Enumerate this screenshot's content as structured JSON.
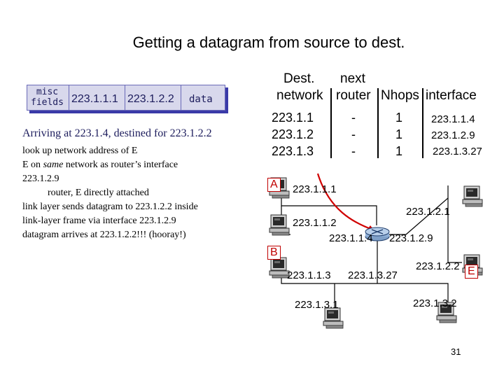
{
  "title": "Getting a datagram from source to dest.",
  "datagram": {
    "misc_line1": "misc",
    "misc_line2": "fields",
    "src_ip": "223.1.1.1",
    "dst_ip": "223.1.2.2",
    "payload": "data"
  },
  "explanation": {
    "heading": "Arriving at 223.1.4, destined for 223.1.2.2",
    "steps": [
      "look up network address of E",
      "E on same network as router’s interface",
      "223.1.2.9",
      "router, E directly attached",
      "link layer sends datagram to 223.1.2.2 inside",
      "link-layer frame via interface 223.1.2.9",
      "datagram arrives at 223.1.2.2!!! (hooray!)"
    ],
    "step2_prefix": "E on ",
    "step2_emph": "same",
    "step2_suffix": " network as router’s interface"
  },
  "table": {
    "headers": {
      "dest_line1": "Dest.",
      "dest_line2": "network",
      "next_line1": "next",
      "next_line2": "router",
      "nhops": "Nhops",
      "interface": "interface"
    },
    "rows": [
      {
        "dest": "223.1.1",
        "next": "-",
        "nhops": "1",
        "iface": "223.1.1.4"
      },
      {
        "dest": "223.1.2",
        "next": "-",
        "nhops": "1",
        "iface": "223.1.2.9"
      },
      {
        "dest": "223.1.3",
        "next": "-",
        "nhops": "1",
        "iface": "223.1.3.27"
      }
    ]
  },
  "network": {
    "host_labels": {
      "a": "A",
      "b": "B",
      "e": "E"
    },
    "addresses": {
      "a": "223.1.1.1",
      "top_right": "223.1.2.1",
      "left_mid": "223.1.1.2",
      "router_1_4": "223.1.1.4",
      "router_2_9": "223.1.2.9",
      "b": "223.1.1.3",
      "router_3_27": "223.1.3.27",
      "e": "223.1.2.2",
      "bottom_left": "223.1.3.1",
      "bottom_right": "223.1.3.2"
    }
  },
  "page_number": "31",
  "colors": {
    "accent_red": "#c00000",
    "datagram_fill": "#d8d8ec",
    "datagram_text": "#1c1c5c"
  }
}
